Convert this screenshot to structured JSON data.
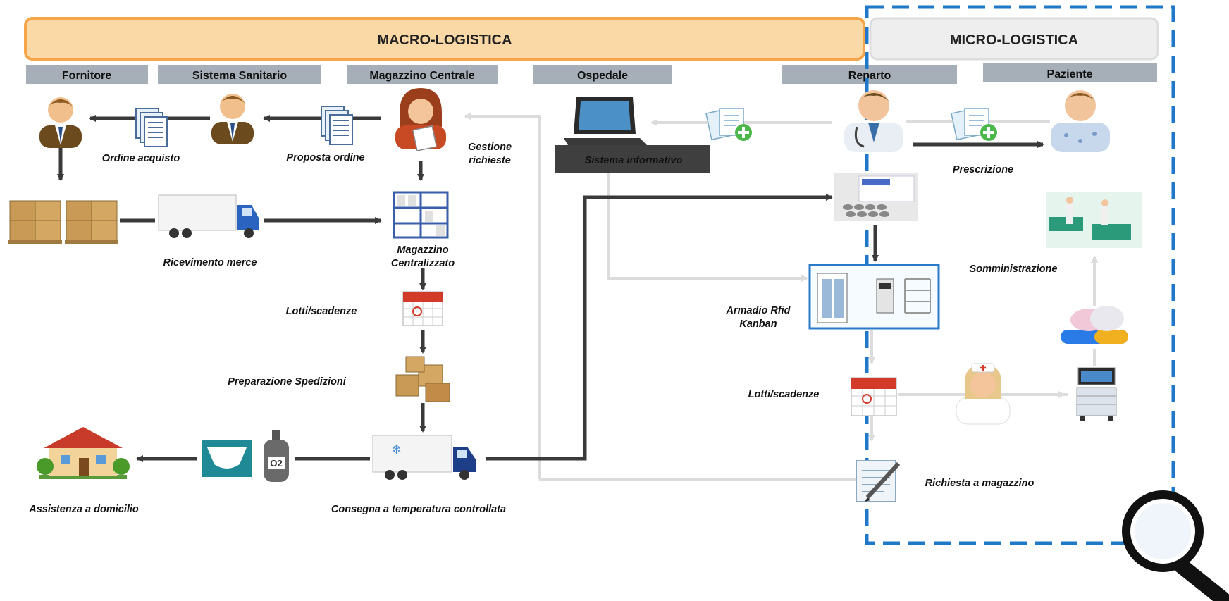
{
  "banners": {
    "macro": "MACRO-LOGISTICA",
    "micro": "MICRO-LOGISTICA"
  },
  "columns": {
    "fornitore": "Fornitore",
    "sistema_sanitario": "Sistema Sanitario",
    "magazzino_centrale": "Magazzino Centrale",
    "ospedale": "Ospedale",
    "reparto": "Reparto",
    "paziente": "Paziente"
  },
  "labels": {
    "ordine_acquisto": "Ordine acquisto",
    "proposta_ordine": "Proposta ordine",
    "gestione_1": "Gestione",
    "gestione_2": "richieste",
    "sistema_informativo": "Sistema informativo",
    "prescrizione": "Prescrizione",
    "ricevimento_merce": "Ricevimento merce",
    "magazzino_1": "Magazzino",
    "magazzino_2": "Centralizzato",
    "lotti_scadenze_central": "Lotti/scadenze",
    "preparazione_spedizioni": "Preparazione Spedizioni",
    "armadio_1": "Armadio Rfid",
    "armadio_2": "Kanban",
    "somministrazione": "Somministrazione",
    "lotti_scadenze_reparto": "Lotti/scadenze",
    "richiesta_magazzino": "Richiesta a magazzino",
    "assistenza_domicilio": "Assistenza a domicilio",
    "consegna": "Consegna a temperatura controllata",
    "o2": "O2"
  },
  "colors": {
    "macro_fill": "#fbd9a6",
    "macro_border": "#f6a54a",
    "micro_fill": "#eeeeee",
    "column_header": "#a6aeb7",
    "dashed_border": "#1f78c8",
    "dark_arrow": "#3a3a3a",
    "light_arrow": "#dcdcdc"
  },
  "icons": [
    "person-icon",
    "document-stack-icon",
    "manager-icon",
    "computer-icon",
    "prescription-icon",
    "doctor-icon",
    "patient-icon",
    "boxes-icon",
    "truck-icon",
    "shelving-icon",
    "medicine-pack-icon",
    "rfid-cabinet-icon",
    "hospital-room-icon",
    "calendar-icon",
    "open-boxes-icon",
    "pills-icon",
    "nurse-icon",
    "medical-cart-icon",
    "house-icon",
    "diaper-icon",
    "oxygen-tank-icon",
    "refrigerated-truck-icon",
    "request-form-icon",
    "magnifier-icon"
  ]
}
